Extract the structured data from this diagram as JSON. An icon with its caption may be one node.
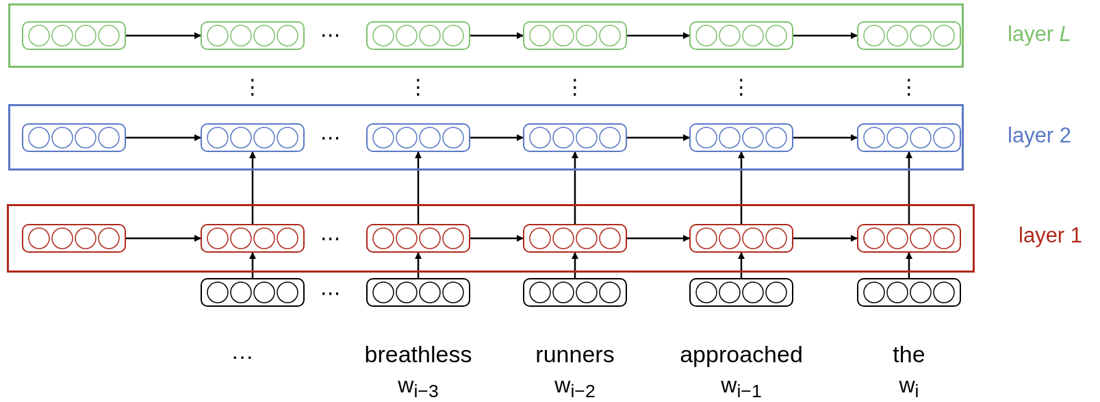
{
  "diagram": {
    "nodes": [
      {
        "text": [
          "layer *L*"
        ]
      },
      {
        "text": [],
        "shape": "box",
        "in": 0
      },
      {
        "text": [],
        "shape": "box",
        "in": 0
      },
      {
        "text": [],
        "shape": "box",
        "in": 0
      },
      {
        "text": [],
        "shape": "box",
        "in": 0
      },
      {
        "text": [],
        "shape": "box",
        "in": 0
      },
      {
        "text": [],
        "shape": "box",
        "in": 0
      },
      {
        "text": [
          "layer 2"
        ]
      },
      {
        "text": [],
        "shape": "box",
        "in": 7
      },
      {
        "text": [],
        "shape": "box",
        "in": 7
      },
      {
        "text": [],
        "shape": "box",
        "in": 7
      },
      {
        "text": [],
        "shape": "box",
        "in": 7
      },
      {
        "text": [],
        "shape": "box",
        "in": 7
      },
      {
        "text": [],
        "shape": "box",
        "in": 7
      },
      {
        "text": [
          "layer 1"
        ]
      },
      {
        "text": [],
        "shape": "box",
        "in": 14
      },
      {
        "text": [],
        "shape": "box",
        "in": 14
      },
      {
        "text": [],
        "shape": "box",
        "in": 14
      },
      {
        "text": [],
        "shape": "box",
        "in": 14
      },
      {
        "text": [],
        "shape": "box",
        "in": 14
      },
      {
        "text": [],
        "shape": "box",
        "in": 14
      },
      {
        "text": [],
        "shape": "box"
      },
      {
        "text": [],
        "shape": "box",
        "beside": [
          "breathless",
          "w$_{i−3}$"
        ]
      },
      {
        "text": [],
        "shape": "box",
        "beside": [
          "runners",
          "w$_{i−2}$"
        ]
      },
      {
        "text": [],
        "shape": "box",
        "beside": [
          "approached",
          "w$_{i−1}$"
        ]
      },
      {
        "text": [],
        "shape": "box",
        "beside": [
          "the",
          "w$_{i}$"
        ]
      }
    ],
    "edges": [
      {
        "from": 1,
        "to": 2,
        "arrow": "to"
      },
      {
        "from": 3,
        "to": 4,
        "arrow": "to"
      },
      {
        "from": 4,
        "to": 5,
        "arrow": "to"
      },
      {
        "from": 5,
        "to": 6,
        "arrow": "to"
      },
      {
        "from": 8,
        "to": 9,
        "arrow": "to"
      },
      {
        "from": 10,
        "to": 11,
        "arrow": "to"
      },
      {
        "from": 11,
        "to": 12,
        "arrow": "to"
      },
      {
        "from": 12,
        "to": 13,
        "arrow": "to"
      },
      {
        "from": 15,
        "to": 16,
        "arrow": "to"
      },
      {
        "from": 17,
        "to": 18,
        "arrow": "to"
      },
      {
        "from": 18,
        "to": 19,
        "arrow": "to"
      },
      {
        "from": 19,
        "to": 20,
        "arrow": "to"
      },
      {
        "from": 21,
        "to": 16,
        "arrow": "to"
      },
      {
        "from": 22,
        "to": 17,
        "arrow": "to"
      },
      {
        "from": 23,
        "to": 18,
        "arrow": "to"
      },
      {
        "from": 24,
        "to": 19,
        "arrow": "to"
      },
      {
        "from": 25,
        "to": 20,
        "arrow": "to"
      },
      {
        "from": 16,
        "to": 9,
        "arrow": "to"
      },
      {
        "from": 17,
        "to": 10,
        "arrow": "to"
      },
      {
        "from": 18,
        "to": 11,
        "arrow": "to"
      },
      {
        "from": 19,
        "to": 12,
        "arrow": "to"
      },
      {
        "from": 20,
        "to": 13,
        "arrow": "to"
      }
    ],
    "labels": [
      "⋯",
      "⋮",
      "⋮",
      "⋮",
      "⋮",
      "⋮",
      "⋯",
      "⋯",
      "⋯",
      "…"
    ]
  }
}
